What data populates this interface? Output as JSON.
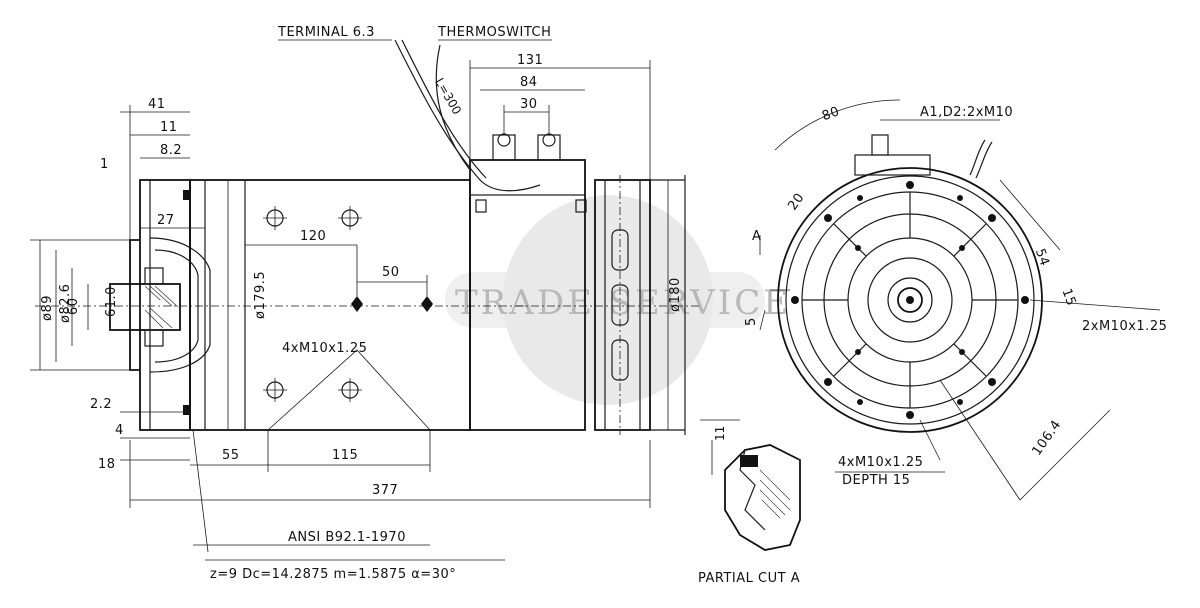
{
  "labels": {
    "terminal": "TERMINAL 6.3",
    "thermoswitch": "THERMOSWITCH",
    "l300": "L=300",
    "a1d2": "A1,D2:2xM10",
    "a80": "80",
    "m10_2": "2xM10x1.25",
    "m10_4_side": "4xM10x1.25",
    "m10_4_front": "4xM10x1.25",
    "depth": "DEPTH 15",
    "ansi": "ANSI B92.1-1970",
    "spline": "z=9  Dc=14.2875  m=1.5875  α=30°",
    "partial_cut": "PARTIAL CUT A",
    "section_a": "A",
    "watermark": "TRADE SERVICE"
  },
  "dimensions": {
    "d131": "131",
    "d84": "84",
    "d30": "30",
    "d41": "41",
    "d11": "11",
    "d82": "8.2",
    "d27": "27",
    "d120": "120",
    "d50": "50",
    "d1795": "ø179.5",
    "d180": "ø180",
    "d89": "ø89",
    "d826": "ø82.6",
    "d60": "60",
    "d610": "61.0",
    "d22": "2.2",
    "d4": "4",
    "d18": "18",
    "d55": "55",
    "d115": "115",
    "d377": "377",
    "d20": "20",
    "d54": "54",
    "d15": "15",
    "d1064": "106.4",
    "d5": "5",
    "d11cut": "11",
    "d1": "1"
  }
}
